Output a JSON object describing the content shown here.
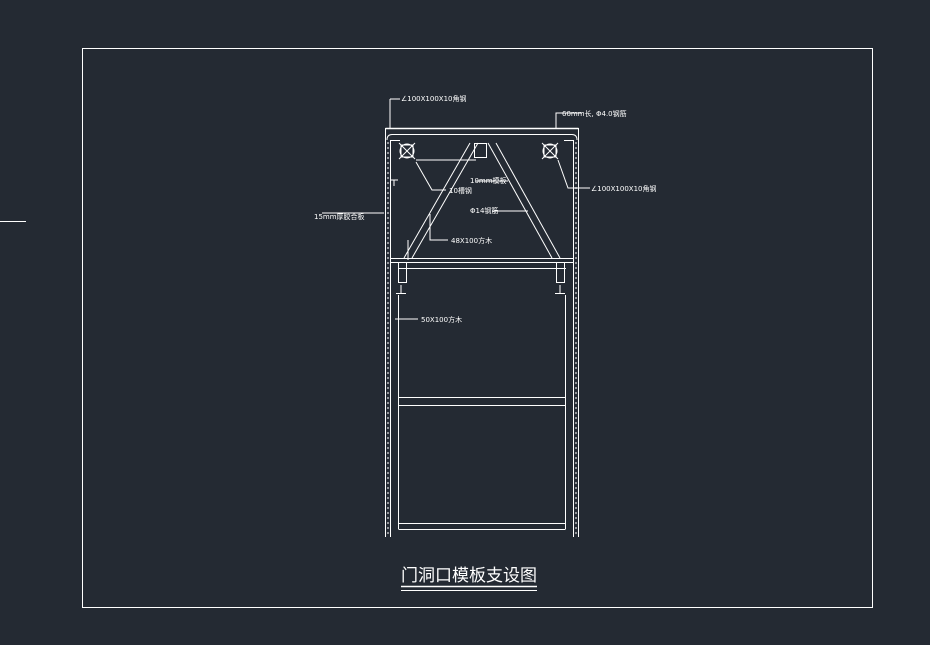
{
  "drawing": {
    "title": "门洞口模板支设图",
    "labels": {
      "top_left_angle": "∠100X100X10角钢",
      "top_right_bolt": "60mm长, Φ4.0钢筋",
      "right_angle": "∠100X100X10角钢",
      "channel_steel": "10槽钢",
      "plywood_10mm": "10mm模板",
      "bracing_steel": "Φ14钢筋",
      "plywood_side": "15mm厚胶合板",
      "timber_small": "48X100方木",
      "timber_large": "50X100方木"
    }
  }
}
